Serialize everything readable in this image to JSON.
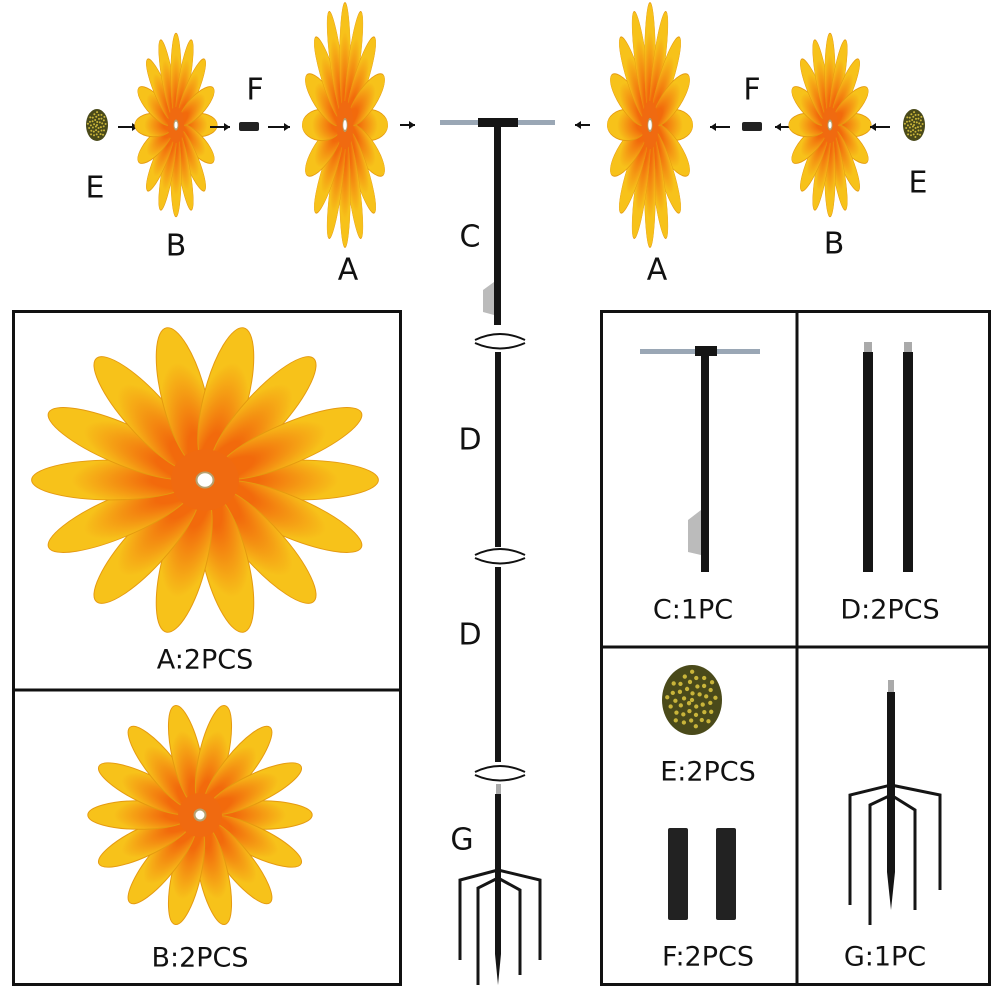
{
  "title": "Sunflower wind spinner assembly diagram",
  "colors": {
    "petal_outer": "#f7c21a",
    "petal_inner": "#f26a0c",
    "center": "#f06a10",
    "pole": "#151515",
    "thread": "#9aa7b5",
    "cap": "#4a4a1a",
    "cap_dots": "#c9b53a"
  },
  "assembly": {
    "left": {
      "cap": "E",
      "small_flower": "B",
      "connector": "F",
      "large_flower": "A"
    },
    "center": {
      "top_pole": "C",
      "mid_pole_1": "D",
      "mid_pole_2": "D",
      "stake": "G"
    },
    "right": {
      "cap": "E",
      "small_flower": "B",
      "connector": "F",
      "large_flower": "A"
    }
  },
  "parts": {
    "a": "A:2PCS",
    "b": "B:2PCS",
    "c": "C:1PC",
    "d": "D:2PCS",
    "e": "E:2PCS",
    "f": "F:2PCS",
    "g": "G:1PC"
  }
}
